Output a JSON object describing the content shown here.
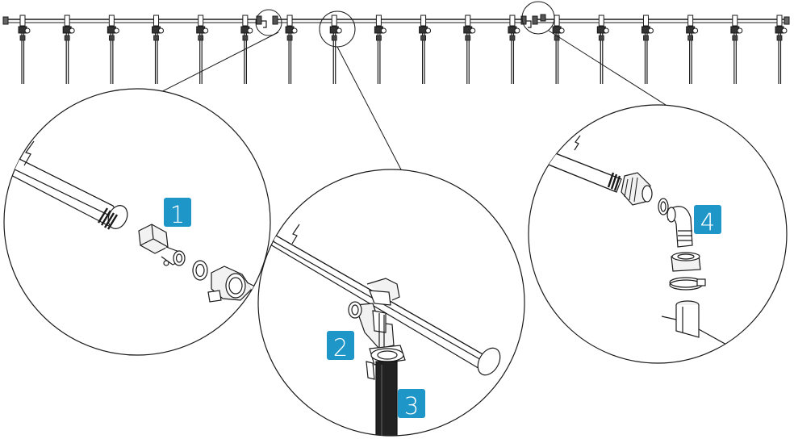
{
  "diagram": {
    "nozzle_count": 18,
    "callouts": [
      {
        "id": "1",
        "label": "1"
      },
      {
        "id": "2",
        "label": "2"
      },
      {
        "id": "3",
        "label": "3"
      },
      {
        "id": "4",
        "label": "4"
      }
    ],
    "colors": {
      "line": "#1a1a1a",
      "badge": "#1e96c8",
      "badge_text": "#ffffff",
      "hose": "#222222",
      "metal": "#f2f2f2"
    },
    "icons": {
      "boom": "spray-boom-icon",
      "nozzle": "nozzle-icon",
      "coupling": "boom-coupling-icon",
      "clamp": "hose-clamp-icon"
    }
  }
}
